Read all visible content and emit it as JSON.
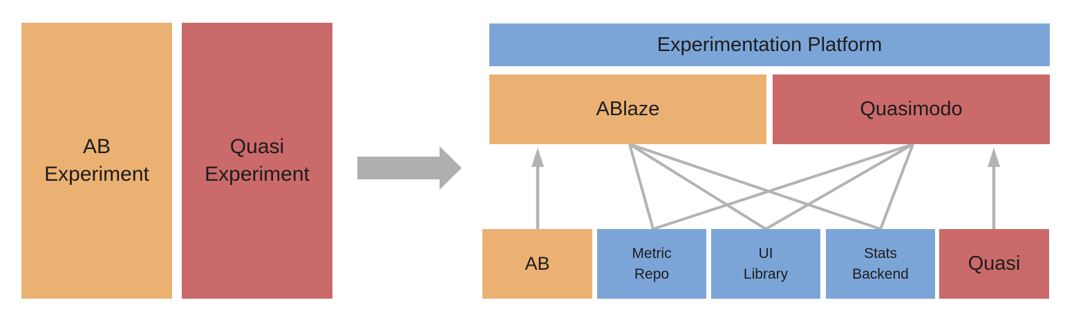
{
  "diagram": {
    "before": {
      "ab_experiment_label": "AB\nExperiment",
      "quasi_experiment_label": "Quasi\nExperiment"
    },
    "transition": {
      "arrow_icon": "right-block-arrow"
    },
    "after": {
      "platform_label": "Experimentation Platform",
      "ablaze_label": "ABlaze",
      "quasimodo_label": "Quasimodo",
      "components": [
        {
          "label": "AB",
          "color": "#EBB173"
        },
        {
          "label": "Metric\nRepo",
          "color": "#7CA5D7"
        },
        {
          "label": "UI\nLibrary",
          "color": "#7CA5D7"
        },
        {
          "label": "Stats\nBackend",
          "color": "#7CA5D7"
        },
        {
          "label": "Quasi",
          "color": "#CB6A6A"
        }
      ],
      "connections": [
        {
          "from": "AB",
          "to": "ABlaze",
          "type": "arrow"
        },
        {
          "from": "Quasi",
          "to": "Quasimodo",
          "type": "arrow"
        },
        {
          "from": "ABlaze",
          "to": "Metric Repo",
          "type": "line"
        },
        {
          "from": "ABlaze",
          "to": "UI Library",
          "type": "line"
        },
        {
          "from": "ABlaze",
          "to": "Stats Backend",
          "type": "line"
        },
        {
          "from": "Quasimodo",
          "to": "Metric Repo",
          "type": "line"
        },
        {
          "from": "Quasimodo",
          "to": "UI Library",
          "type": "line"
        },
        {
          "from": "Quasimodo",
          "to": "Stats Backend",
          "type": "line"
        }
      ]
    },
    "colors": {
      "orange": "#EBB173",
      "red": "#CB6A6A",
      "blue": "#7CA5D7",
      "connector_gray": "#B3B3B3",
      "arrow_gray": "#AFAFAF",
      "text": "#1C1C1C",
      "background": "#FFFFFF"
    }
  }
}
